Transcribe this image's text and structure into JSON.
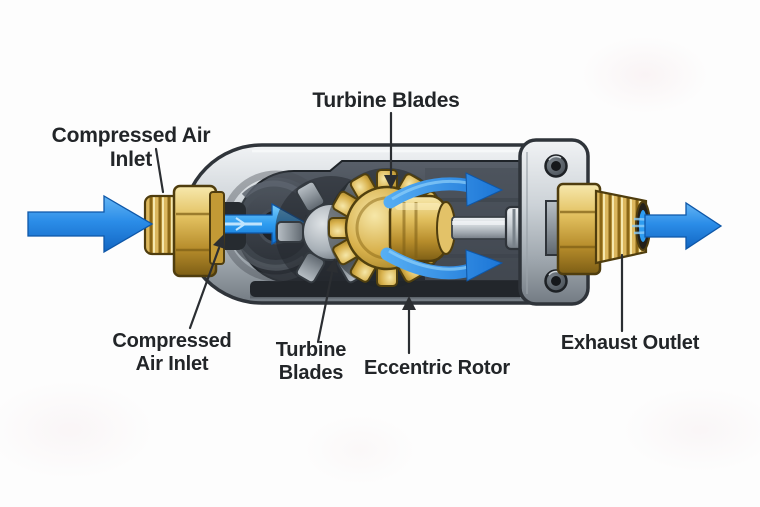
{
  "diagram": {
    "type": "technical-cutaway-illustration",
    "subject": "air-motor-turbine-cutaway",
    "background_color": "#fdfdfd",
    "labels": {
      "top_inlet": "Compressed Air Inlet",
      "top_turbine": "Turbine Blades",
      "bottom_inlet": "Compressed\nAir Inlet",
      "bottom_turbine": "Turbine\nBlades",
      "eccentric_rotor": "Eccentric Rotor",
      "exhaust_outlet": "Exhaust Outlet"
    },
    "flow": {
      "direction": "left-to-right",
      "inlet_side": "left",
      "outlet_side": "right",
      "internal_arrows": 3,
      "curved_arrows_around_turbine": 2
    },
    "colors": {
      "airflow_blue": "#2b8de8",
      "airflow_blue_dark": "#0e57a8",
      "brass": "#d8b14c",
      "brass_dark": "#7d5e15",
      "steel_light": "#f1f3f5",
      "steel_mid": "#bec5ca",
      "steel_dark": "#737b83",
      "cavity": "#3a4048",
      "outline": "#2f343a",
      "label_text": "#222528"
    }
  }
}
